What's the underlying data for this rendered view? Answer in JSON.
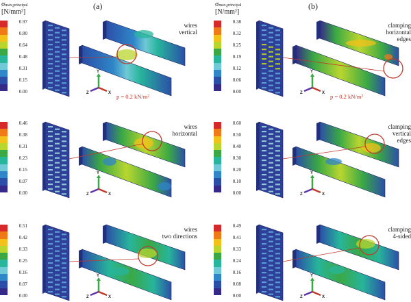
{
  "header": {
    "quantity": "σ",
    "subscript": "max,principal",
    "unit": "[N/mm²]"
  },
  "columns": {
    "a": {
      "label": "(a)"
    },
    "b": {
      "label": "(b)"
    }
  },
  "load_label": "p = 0.2 kN/m²",
  "axes": {
    "y": "Y",
    "z": "Z",
    "x": "X"
  },
  "colors": {
    "scale": [
      "#d62a2a",
      "#f07a18",
      "#f2c21a",
      "#b9d62e",
      "#3aa845",
      "#27b59b",
      "#6fc9d6",
      "#2f86c8",
      "#2b4fa8",
      "#352a8a"
    ],
    "callout": "#c0392b"
  },
  "panels": [
    {
      "id": "a1",
      "caption_line1": "wires",
      "caption_line2": "vertical",
      "legend": [
        "0.97",
        "0.80",
        "0.64",
        "0.48",
        "0.31",
        "0.15",
        "0.00"
      ],
      "show_load": true
    },
    {
      "id": "b1",
      "caption_line1": "clamping",
      "caption_line2": "horizontal",
      "caption_line3": "edges",
      "legend": [
        "0.38",
        "0.32",
        "0.25",
        "0.19",
        "0.12",
        "0.06",
        "0.00"
      ],
      "show_load": true
    },
    {
      "id": "a2",
      "caption_line1": "wires",
      "caption_line2": "horizontal",
      "legend": [
        "0.46",
        "0.38",
        "0.31",
        "0.23",
        "0.15",
        "0.07",
        "0.00"
      ],
      "show_load": false
    },
    {
      "id": "b2",
      "caption_line1": "clamping",
      "caption_line2": "vertical",
      "caption_line3": "edges",
      "legend": [
        "0.60",
        "0.50",
        "0.40",
        "0.30",
        "0.20",
        "0.10",
        "0.00"
      ],
      "show_load": false
    },
    {
      "id": "a3",
      "caption_line1": "wires",
      "caption_line2": "two directions",
      "legend": [
        "0.51",
        "0.42",
        "0.33",
        "0.25",
        "0.16",
        "0.07",
        "0.00"
      ],
      "show_load": false
    },
    {
      "id": "b3",
      "caption_line1": "clamping",
      "caption_line2": "4-sided",
      "legend": [
        "0.49",
        "0.41",
        "0.33",
        "0.24",
        "0.16",
        "0.08",
        "0.00"
      ],
      "show_load": false
    }
  ]
}
